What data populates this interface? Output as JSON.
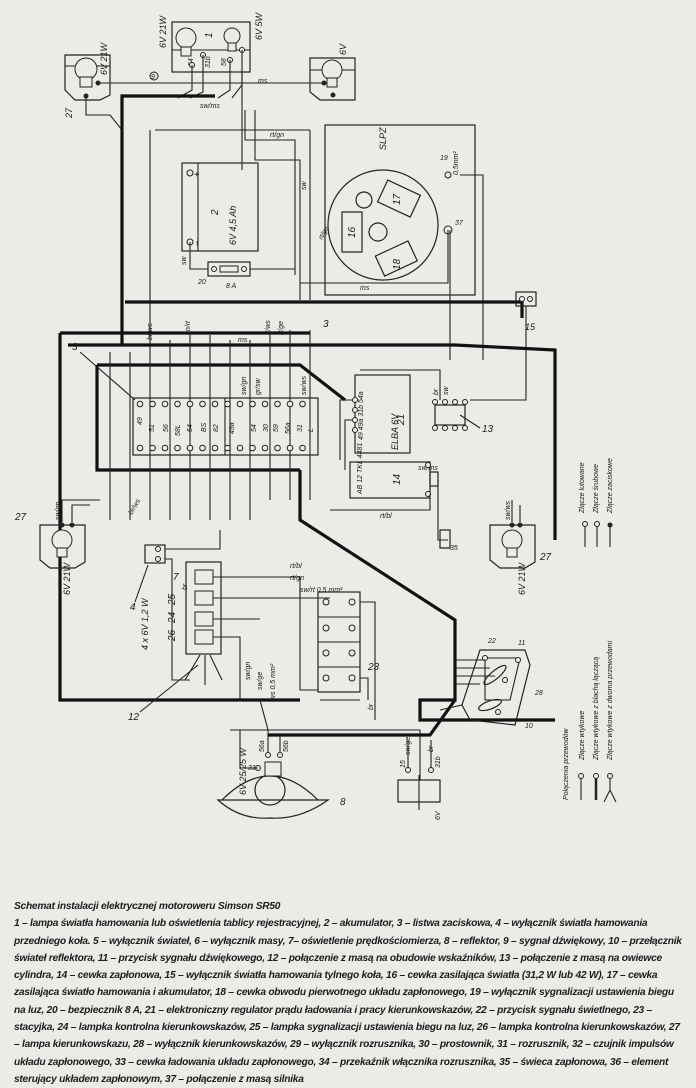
{
  "caption": {
    "title": "Schemat instalacji elektrycznej motoroweru Simson SR50",
    "text": "1 – lampa światła hamowania lub oświetlenia tablicy rejestracyjnej, 2 – akumulator, 3 – listwa zaciskowa, 4 – wyłącznik światła hamowania przedniego koła. 5 – wyłącznik świateł, 6 – wyłącznik masy, 7– oświetlenie prędkościomierza, 8 – reflektor, 9 – sygnał dźwiękowy, 10 – przełącznik świateł reflektora, 11 – przycisk sygnału dźwiękowego, 12 – połączenie z masą na obudowie wskaźników, 13 – połączenie z masą na owiewce cylindra, 14 – cewka zapłonowa, 15 – wyłącznik światła hamowania tylnego koła, 16 – cewka zasilająca światła (31,2 W lub 42 W), 17 – cewka zasilająca światło hamowania i akumulator, 18 – cewka obwodu pierwotnego układu zapłonowego, 19 – wyłącznik sygnalizacji ustawienia biegu na luz, 20 – bezpiecznik 8 A, 21 – elektroniczny regulator prądu ładowania i pracy kierunkowskazów, 22 – przycisk sygnału świetlnego, 23 – stacyjka, 24 – lampka kontrolna kierunkowskazów, 25 – lampka sygnalizacji ustawienia biegu na luz, 26 – lampka kontrolna kierunkowskazów, 27 – lampa kierunkowskazu, 28 – wyłącznik kierunkowskazów, 29 – wyłącznik rozrusznika, 30 – prostownik, 31 – rozrusznik, 32 – czujnik impulsów układu zapłonowego, 33 – cewka ładowania układu zapłonowego, 34 – przekaźnik włącznika rozrusznika, 35 – świeca zapłonowa, 36 – element sterujący układem zapłonowym, 37 – połączenie z masą silnika"
  },
  "legend_joints": {
    "soldered": "Złącze lutowane",
    "screw": "Złącze śrubowe",
    "clamp": "Złącze zaciskowe"
  },
  "legend_connections": {
    "title": "Połączenia przewodów",
    "plug": "Złącze wtykowe",
    "plug_bridge": "Złącze wtykowe z blachą łączącą",
    "plug_two": "Złącze wtykowe z dwoma przewodami"
  },
  "components": {
    "lamp27_rating": "6V 21W",
    "n27": "27",
    "n1": "1",
    "lamp1_bulb_a": "6V 21W",
    "lamp1_bulb_b": "6V 5W",
    "t54": "54",
    "t31b": "31b",
    "t58": "58",
    "lamp_right": "6V",
    "n9": "9",
    "n2": "2",
    "battery": "6V 4,5 Ah",
    "plus": "+",
    "minus": "−",
    "n20": "20",
    "fuse": "8 A",
    "slpz": "SLPZ",
    "n16": "16",
    "n17": "17",
    "n18": "18",
    "n19": "19",
    "n37": "37",
    "n15": "15",
    "n3": "3",
    "elba": "ELBA 6V",
    "n21": "21",
    "elba_terms": "49 49a 31b 54a",
    "coil": "AB 12 TKL 4481",
    "n14": "14",
    "n13": "13",
    "n35": "35",
    "n4": "4",
    "n7": "7",
    "n25": "25",
    "n24": "24",
    "n26": "26",
    "lamps4": "4 x 6V 1,2 W",
    "n12": "12",
    "n23": "23",
    "n22": "22",
    "n11": "11",
    "n28": "28",
    "n10": "10",
    "headlight": "6V 25/25 W",
    "n8": "8",
    "n31": "31",
    "t56a": "56a",
    "t56b": "56b",
    "brake_6v": "6V",
    "mm05": "0,5mm²"
  },
  "strip_terms": [
    "49",
    "51",
    "56",
    "58L",
    "54",
    "BS",
    "82",
    "49a",
    "54",
    "30",
    "59",
    "56a",
    "31",
    "L"
  ],
  "wires": [
    "sw/ms",
    "ms",
    "rt/gn",
    "sw",
    "br/ws",
    "gn/rt",
    "rt/ws",
    "rt/ge",
    "br",
    "sw/gn",
    "gr/sw",
    "sw/ws",
    "rt/bl",
    "sw/rt",
    "rt/gn",
    "sw/rt 0,5 mm²",
    "ws 0,5 mm²",
    "br/ws",
    "ge",
    "sw/ge",
    "ms",
    "rt/ws"
  ]
}
